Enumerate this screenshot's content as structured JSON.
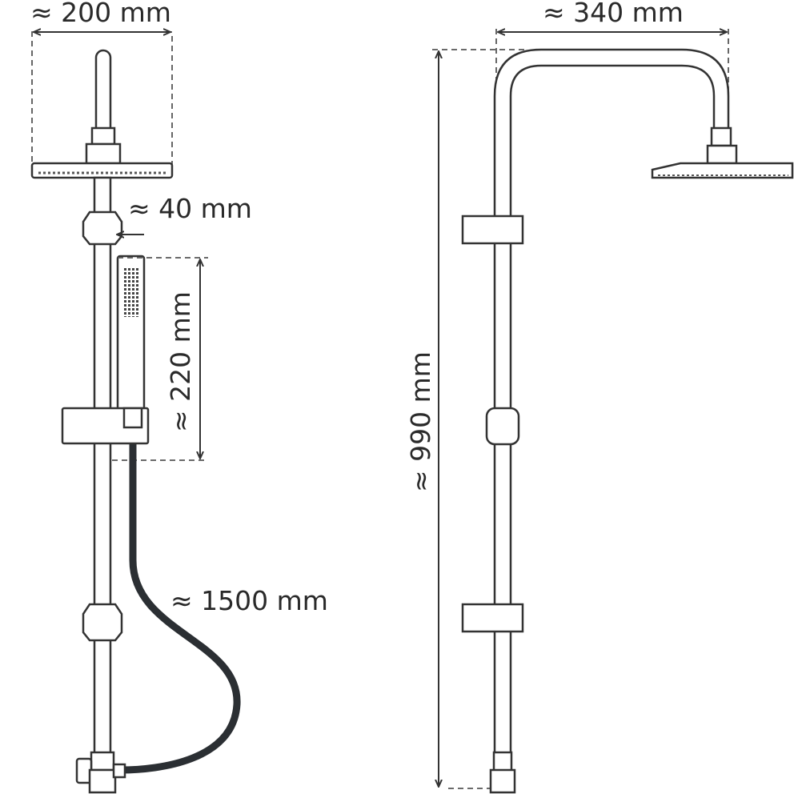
{
  "dimensions": {
    "head_width": "≈ 200 mm",
    "clamp_depth": "≈ 40 mm",
    "hand_shower_length": "≈ 220 mm",
    "hose_length": "≈ 1500 mm",
    "arm_reach": "≈ 340 mm",
    "total_height": "≈ 990 mm"
  },
  "colors": {
    "line": "#333333",
    "hose": "#2b2f33"
  }
}
